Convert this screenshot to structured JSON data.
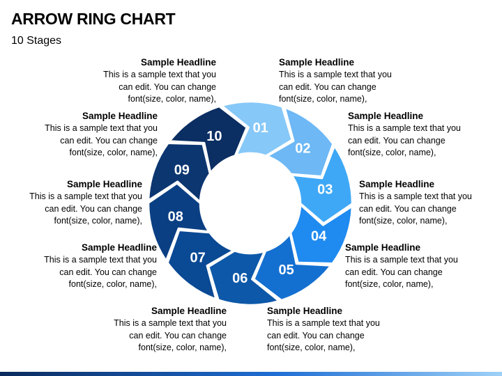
{
  "title": "ARROW RING CHART",
  "subtitle": "10 Stages",
  "stages": [
    {
      "label": "01",
      "color": "#86c8f8",
      "headline": "Sample Headline",
      "text": "This is a sample text that you can edit. You can change font(size, color, name),"
    },
    {
      "label": "02",
      "color": "#6db8f5",
      "headline": "Sample Headline",
      "text": "This is a sample text that you can edit. You can change font(size, color, name),"
    },
    {
      "label": "03",
      "color": "#3ea8f6",
      "headline": "Sample Headline",
      "text": "This is a sample text that you can edit. You can change font(size, color, name),"
    },
    {
      "label": "04",
      "color": "#1f8af0",
      "headline": "Sample Headline",
      "text": "This is a sample text that you can edit. You can change font(size, color, name),"
    },
    {
      "label": "05",
      "color": "#1470d0",
      "headline": "Sample Headline",
      "text": "This is a sample text that you can edit. You can change font(size, color, name),"
    },
    {
      "label": "06",
      "color": "#0d58a8",
      "headline": "Sample Headline",
      "text": "This is a sample text that you can edit. You can change font(size, color, name),"
    },
    {
      "label": "07",
      "color": "#0a4994",
      "headline": "Sample Headline",
      "text": "This is a sample text that you can edit. You can change font(size, color, name),"
    },
    {
      "label": "08",
      "color": "#0a3f83",
      "headline": "Sample Headline",
      "text": "This is a sample text that you can edit. You can change font(size, color, name),"
    },
    {
      "label": "09",
      "color": "#0c3670",
      "headline": "Sample Headline",
      "text": "This is a sample text that you can edit. You can change font(size, color, name),"
    },
    {
      "label": "10",
      "color": "#0b2e63",
      "headline": "Sample Headline",
      "text": "This is a sample text that you can edit. You can change font(size, color, name),"
    }
  ]
}
